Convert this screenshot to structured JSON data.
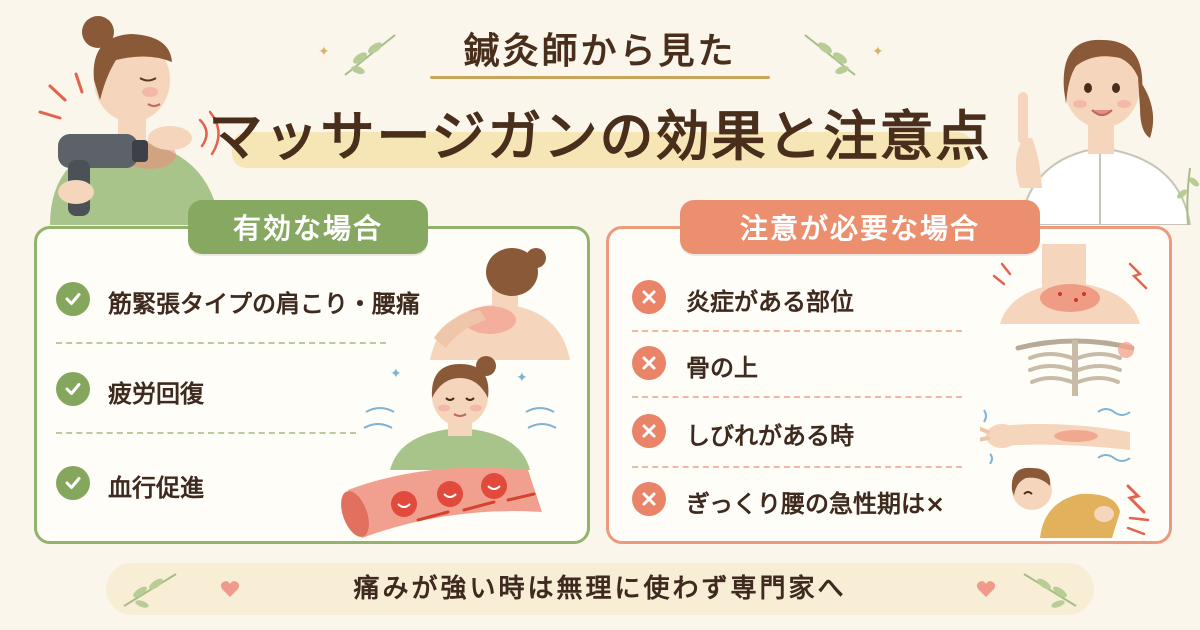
{
  "header": {
    "subtitle": "鍼灸師から見た",
    "title": "マッサージガンの効果と注意点"
  },
  "effective": {
    "heading": "有効な場合",
    "items": [
      "筋緊張タイプの肩こり・腰痛",
      "疲労回復",
      "血行促進"
    ]
  },
  "caution": {
    "heading": "注意が必要な場合",
    "items": [
      "炎症がある部位",
      "骨の上",
      "しびれがある時",
      "ぎっくり腰の急性期は×"
    ]
  },
  "footer": {
    "note": "痛みが強い時は無理に使わず専門家へ"
  },
  "colors": {
    "green": "#86a861",
    "coral": "#ec8f6f",
    "background": "#fbf6ec",
    "text": "#4a2e1c"
  },
  "icons": [
    "check-icon",
    "cross-icon",
    "leaf-icon",
    "heart-icon",
    "sparkle-icon"
  ]
}
